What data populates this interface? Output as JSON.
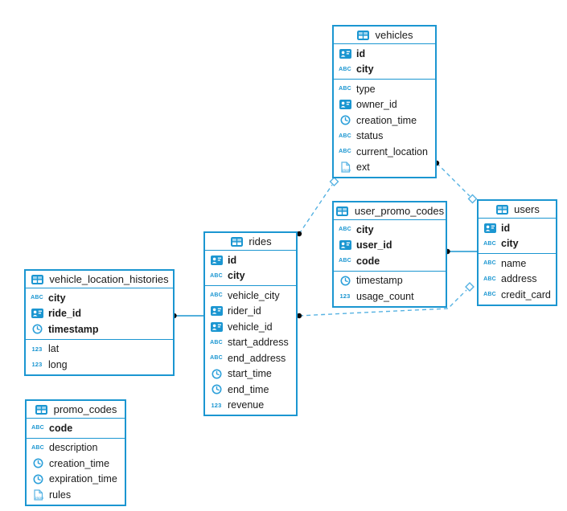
{
  "colors": {
    "accent": "#1b96d1",
    "dash_line": "#56b2e2",
    "solid_line": "#1b96d1",
    "dot_marker": "#0a0a0a",
    "diamond_fill": "#ffffff",
    "text": "#1a1a1a",
    "background": "#ffffff"
  },
  "icons": {
    "table": "table-icon",
    "uuid": "uuid-icon",
    "string": "abc-icon",
    "timestamp": "clock-icon",
    "number": "123-icon",
    "json": "json-icon"
  },
  "tables": [
    {
      "name": "vehicles",
      "primary_key": [
        {
          "name": "id",
          "type": "uuid"
        },
        {
          "name": "city",
          "type": "string"
        }
      ],
      "columns": [
        {
          "name": "type",
          "type": "string"
        },
        {
          "name": "owner_id",
          "type": "uuid"
        },
        {
          "name": "creation_time",
          "type": "timestamp"
        },
        {
          "name": "status",
          "type": "string"
        },
        {
          "name": "current_location",
          "type": "string"
        },
        {
          "name": "ext",
          "type": "json"
        }
      ]
    },
    {
      "name": "user_promo_codes",
      "primary_key": [
        {
          "name": "city",
          "type": "string"
        },
        {
          "name": "user_id",
          "type": "uuid"
        },
        {
          "name": "code",
          "type": "string"
        }
      ],
      "columns": [
        {
          "name": "timestamp",
          "type": "timestamp"
        },
        {
          "name": "usage_count",
          "type": "number"
        }
      ]
    },
    {
      "name": "users",
      "primary_key": [
        {
          "name": "id",
          "type": "uuid"
        },
        {
          "name": "city",
          "type": "string"
        }
      ],
      "columns": [
        {
          "name": "name",
          "type": "string"
        },
        {
          "name": "address",
          "type": "string"
        },
        {
          "name": "credit_card",
          "type": "string"
        }
      ]
    },
    {
      "name": "rides",
      "primary_key": [
        {
          "name": "id",
          "type": "uuid"
        },
        {
          "name": "city",
          "type": "string"
        }
      ],
      "columns": [
        {
          "name": "vehicle_city",
          "type": "string"
        },
        {
          "name": "rider_id",
          "type": "uuid"
        },
        {
          "name": "vehicle_id",
          "type": "uuid"
        },
        {
          "name": "start_address",
          "type": "string"
        },
        {
          "name": "end_address",
          "type": "string"
        },
        {
          "name": "start_time",
          "type": "timestamp"
        },
        {
          "name": "end_time",
          "type": "timestamp"
        },
        {
          "name": "revenue",
          "type": "number"
        }
      ]
    },
    {
      "name": "vehicle_location_histories",
      "primary_key": [
        {
          "name": "city",
          "type": "string"
        },
        {
          "name": "ride_id",
          "type": "uuid"
        },
        {
          "name": "timestamp",
          "type": "timestamp"
        }
      ],
      "columns": [
        {
          "name": "lat",
          "type": "number"
        },
        {
          "name": "long",
          "type": "number"
        }
      ]
    },
    {
      "name": "promo_codes",
      "primary_key": [
        {
          "name": "code",
          "type": "string"
        }
      ],
      "columns": [
        {
          "name": "description",
          "type": "string"
        },
        {
          "name": "creation_time",
          "type": "timestamp"
        },
        {
          "name": "expiration_time",
          "type": "timestamp"
        },
        {
          "name": "rules",
          "type": "json"
        }
      ]
    }
  ],
  "relationships": [
    {
      "from": "rides",
      "to": "vehicles",
      "from_marker": "dot",
      "to_marker": "diamond",
      "style": "dashed"
    },
    {
      "from": "vehicles",
      "to": "users",
      "from_marker": "dot",
      "to_marker": "diamond",
      "style": "dashed"
    },
    {
      "from": "user_promo_codes",
      "to": "users",
      "from_marker": "dot",
      "to_marker": "none",
      "style": "solid"
    },
    {
      "from": "rides",
      "to": "users",
      "from_marker": "dot",
      "to_marker": "diamond",
      "style": "dashed"
    },
    {
      "from": "vehicle_location_histories",
      "to": "rides",
      "from_marker": "dot",
      "to_marker": "none",
      "style": "solid"
    }
  ]
}
